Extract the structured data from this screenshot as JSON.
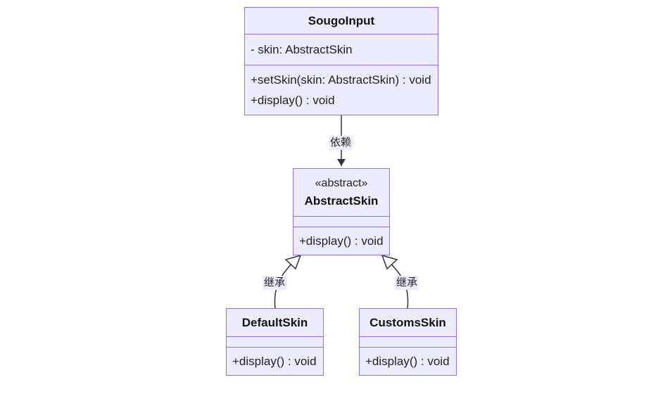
{
  "classes": {
    "sougo_input": {
      "name": "SougoInput",
      "attributes": [
        "- skin: AbstractSkin"
      ],
      "methods": [
        "+setSkin(skin: AbstractSkin) : void",
        "+display() : void"
      ]
    },
    "abstract_skin": {
      "stereotype": "«abstract»",
      "name": "AbstractSkin",
      "methods": [
        "+display() : void"
      ]
    },
    "default_skin": {
      "name": "DefaultSkin",
      "methods": [
        "+display() : void"
      ]
    },
    "customs_skin": {
      "name": "CustomsSkin",
      "methods": [
        "+display() : void"
      ]
    }
  },
  "relations": {
    "dependency_label": "依赖",
    "inherit_left_label": "继承",
    "inherit_right_label": "继承"
  },
  "colors": {
    "node_fill": "#ECECFF",
    "node_border": "#9370DB",
    "edge": "#333333"
  }
}
